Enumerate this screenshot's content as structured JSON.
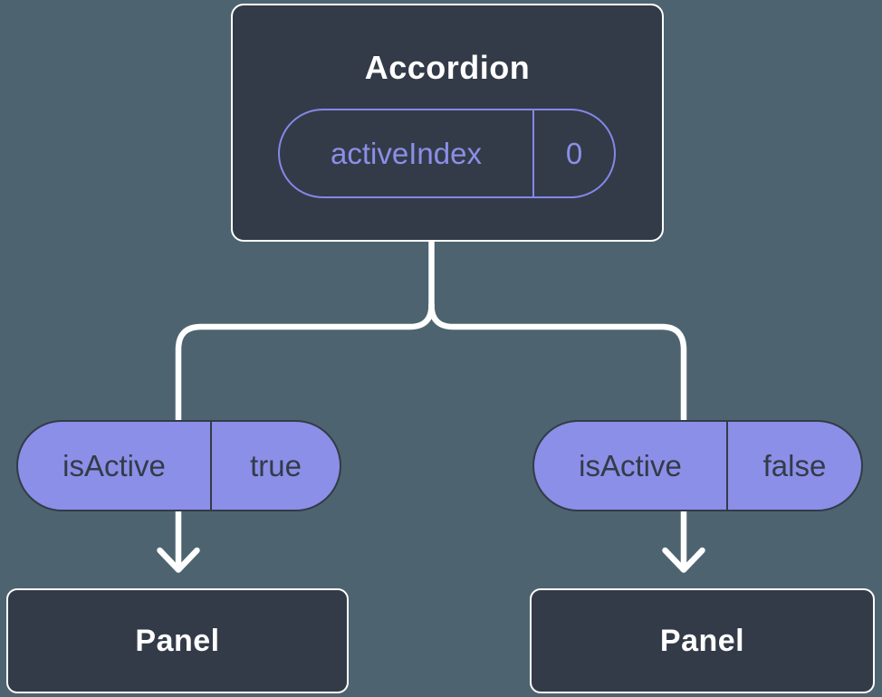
{
  "colors": {
    "background": "#4d6470",
    "node_fill": "#333b48",
    "node_border": "#ffffff",
    "pill_fill": "#8b8fe8",
    "pill_border": "#333b48",
    "accent": "#8488e8",
    "connector": "#ffffff"
  },
  "root": {
    "title": "Accordion",
    "state": {
      "name": "activeIndex",
      "value": "0"
    }
  },
  "children": [
    {
      "state": {
        "name": "isActive",
        "value": "true"
      },
      "node": {
        "title": "Panel"
      }
    },
    {
      "state": {
        "name": "isActive",
        "value": "false"
      },
      "node": {
        "title": "Panel"
      }
    }
  ]
}
